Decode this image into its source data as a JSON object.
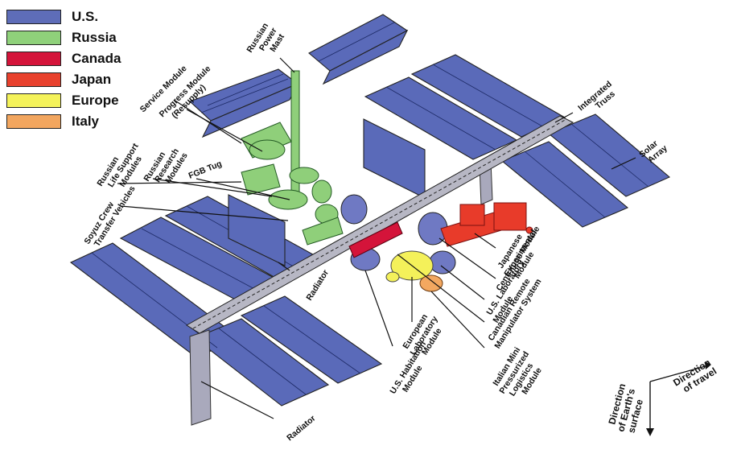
{
  "legend": {
    "items": [
      {
        "label": "U.S.",
        "color": "#5e6db8"
      },
      {
        "label": "Russia",
        "color": "#8fd17a"
      },
      {
        "label": "Canada",
        "color": "#d4143a"
      },
      {
        "label": "Japan",
        "color": "#e8412d"
      },
      {
        "label": "Europe",
        "color": "#f4f25a"
      },
      {
        "label": "Italy",
        "color": "#f2a65f"
      }
    ]
  },
  "labels": {
    "russian_power_mast": [
      "Russian",
      "Power",
      "Mast"
    ],
    "service_module": "Service Module",
    "progress_module": [
      "Progress Module",
      "(Resupply)"
    ],
    "integrated_truss": [
      "Integrated",
      "Truss"
    ],
    "solar_array": [
      "Solar",
      "Array"
    ],
    "russian_life_support": [
      "Russian",
      "Life Support",
      "Modules"
    ],
    "russian_research": [
      "Russian",
      "Research",
      "Modules"
    ],
    "fgb_tug": "FGB Tug",
    "soyuz": [
      "Soyuz Crew",
      "Transfer Vehicles"
    ],
    "radiator_center": "Radiator",
    "japanese_module": [
      "Japanese",
      "Experimental",
      "Module"
    ],
    "centrifuge_module": "Centrifuge Module",
    "us_laboratory": [
      "U.S. Laboratory",
      "Module"
    ],
    "canadian_manipulator": [
      "Canadian Remote",
      "Manipulator System"
    ],
    "european_laboratory": [
      "European",
      "Laboratory",
      "Module"
    ],
    "italian_mini": [
      "Italian Mini",
      "Pressurized",
      "Logistics",
      "Module"
    ],
    "us_habitation": [
      "U.S. Habitation",
      "Module"
    ],
    "radiator_bottom": "Radiator",
    "direction_earth": [
      "Direction",
      "of Earth's",
      "surface"
    ],
    "direction_travel": [
      "Direction",
      "of travel"
    ]
  }
}
